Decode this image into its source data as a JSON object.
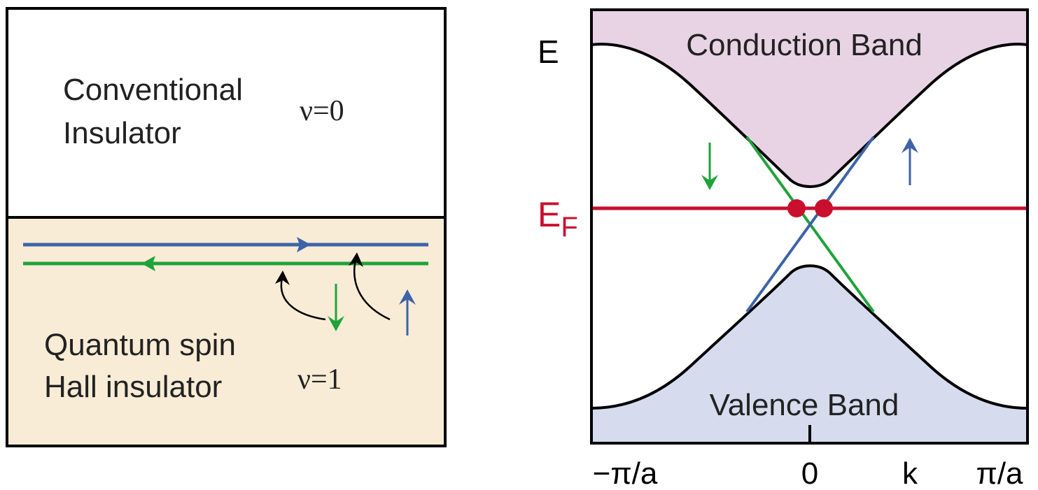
{
  "left_panel": {
    "top_region": {
      "line1": "Conventional",
      "line2": "Insulator",
      "invariant": "ν=0"
    },
    "bottom_region": {
      "line1": "Quantum spin",
      "line2": "Hall insulator",
      "invariant": "ν=1"
    },
    "colors": {
      "top_fill": "#ffffff",
      "bottom_fill": "#f8ecd6",
      "spin_up_edge": "#3d63a8",
      "spin_down_edge": "#1fa33a",
      "scatter_arrows": "#000000"
    }
  },
  "right_panel": {
    "axis_label_y": "E",
    "fermi_label_main": "E",
    "fermi_label_sub": "F",
    "tick_labels": {
      "left": "−π/a",
      "center": "0",
      "k": "k",
      "right": "π/a"
    },
    "conduction_band_label": "Conduction Band",
    "valence_band_label": "Valence Band",
    "colors": {
      "conduction_fill": "#e8d3e4",
      "valence_fill": "#d6dcee",
      "fermi_level": "#c8102e",
      "spin_up": "#3d63a8",
      "spin_down": "#1fa33a"
    }
  }
}
